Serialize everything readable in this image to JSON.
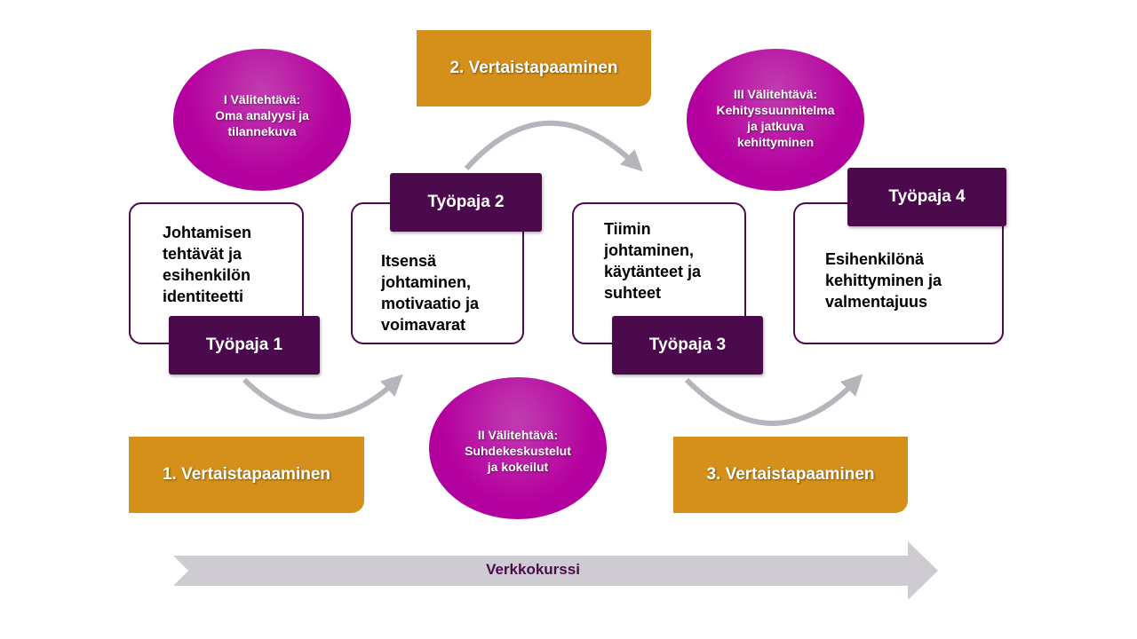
{
  "peer_meetings": [
    "1. Vertaistapaaminen",
    "2. Vertaistapaaminen",
    "3. Vertaistapaaminen"
  ],
  "assignments": [
    "I Välitehtävä:\nOma analyysi ja\ntilannekuva",
    "II Välitehtävä:\nSuhdekeskustelut\nja kokeilut",
    "III Välitehtävä:\nKehityssuunnitelma\nja jatkuva\nkehittyminen"
  ],
  "workshops": [
    {
      "label": "Työpaja 1",
      "topic": "Johtamisen\ntehtävät ja\nesihenkilön\nidentiteetti"
    },
    {
      "label": "Työpaja 2",
      "topic": "Itsensä\njohtaminen,\nmotivaatio ja\nvoimavarat"
    },
    {
      "label": "Työpaja 3",
      "topic": "Tiimin\njohtaminen,\nkäytänteet ja\nsuhteet"
    },
    {
      "label": "Työpaja 4",
      "topic": "Esihenkilönä\nkehittyminen ja\nvalmentajuus"
    }
  ],
  "online_course": "Verkkokurssi",
  "colors": {
    "peer": "#D4901A",
    "assignment": "#B5009F",
    "workshop": "#4B0A4B",
    "arrow": "#CFCBD2"
  }
}
